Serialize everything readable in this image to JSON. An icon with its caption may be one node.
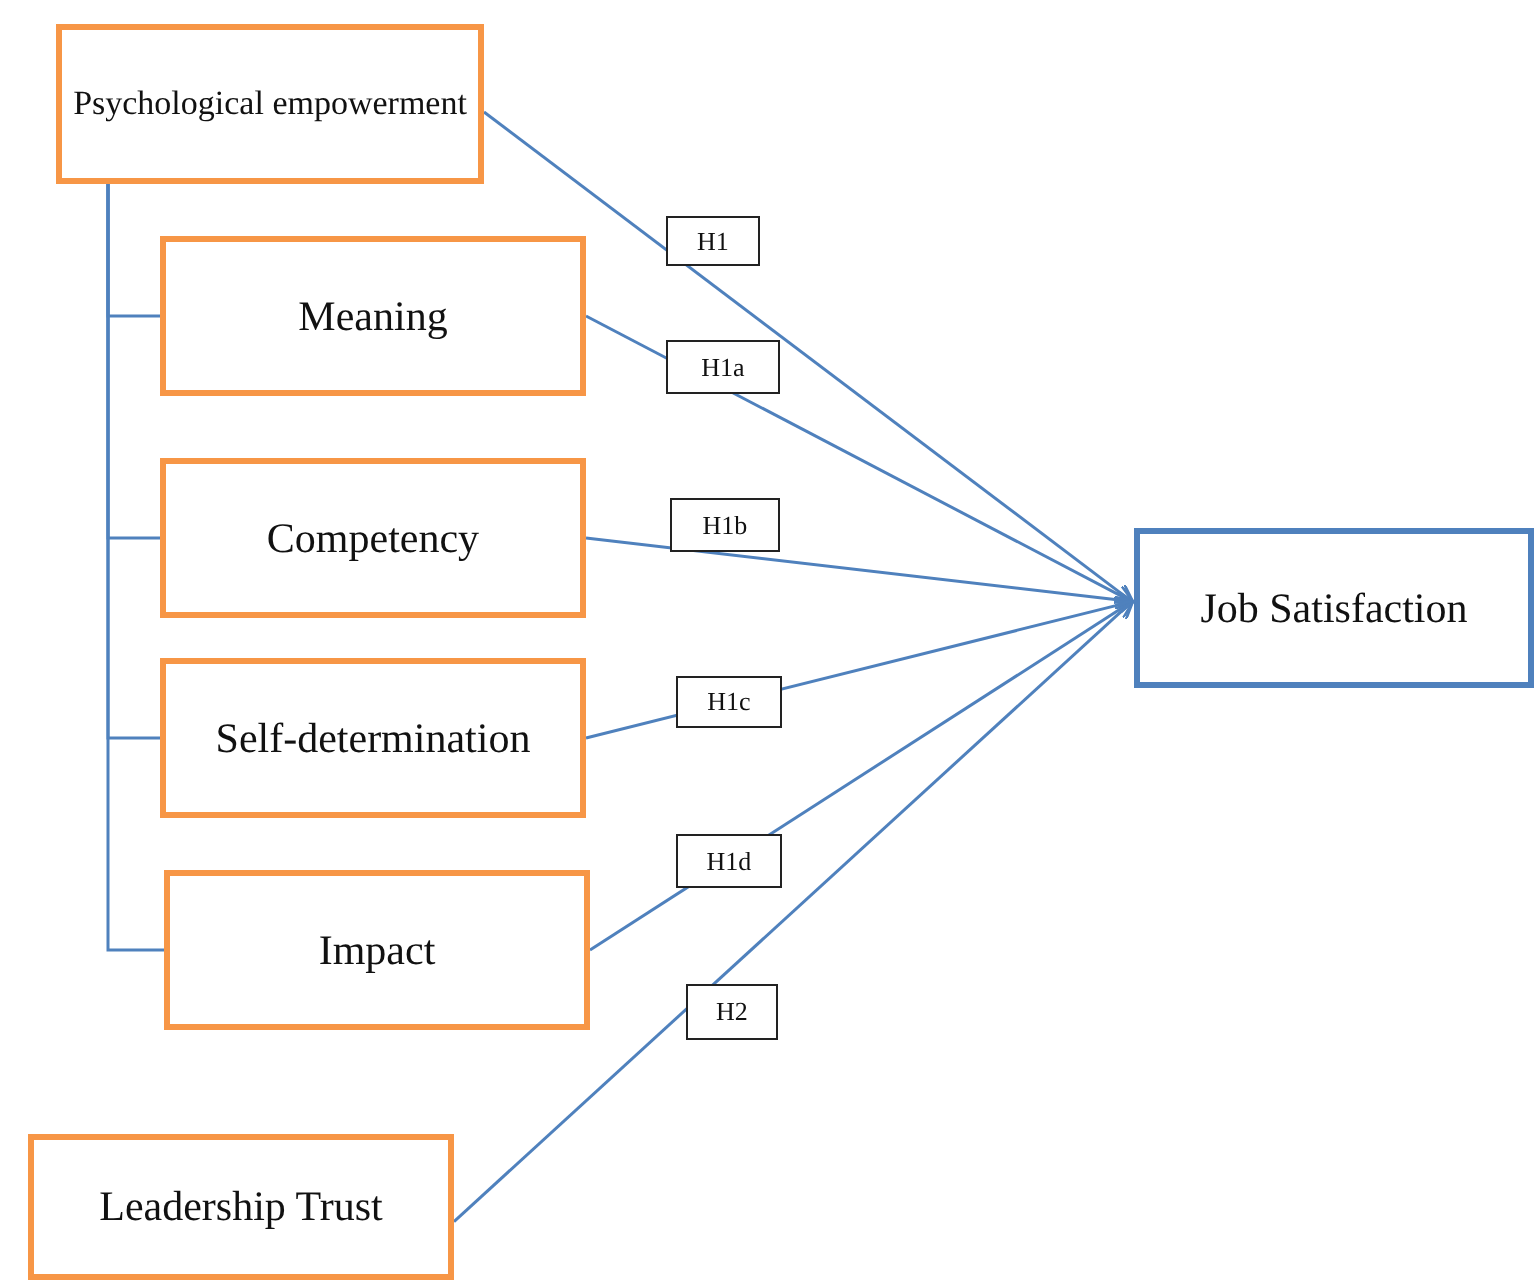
{
  "diagram": {
    "nodes": [
      {
        "text": [
          "Psychological empowerment"
        ]
      },
      {
        "text": [
          "Meaning"
        ]
      },
      {
        "text": [
          "Competency"
        ]
      },
      {
        "text": [
          "Self-determination"
        ]
      },
      {
        "text": [
          "Impact"
        ]
      },
      {
        "text": [
          "Leadership Trust"
        ]
      },
      {
        "text": [
          "Job Satisfaction"
        ]
      }
    ],
    "edges": [
      {
        "from": 0,
        "to": 6,
        "arrow": "to",
        "label": "H1"
      },
      {
        "from": 1,
        "to": 6,
        "arrow": "to",
        "label": "H1a"
      },
      {
        "from": 2,
        "to": 6,
        "arrow": "to",
        "label": "H1b"
      },
      {
        "from": 3,
        "to": 6,
        "arrow": "to",
        "label": "H1c"
      },
      {
        "from": 4,
        "to": 6,
        "arrow": "to",
        "label": "H1d"
      },
      {
        "from": 5,
        "to": 6,
        "arrow": "to",
        "label": "H2"
      },
      {
        "from": 0,
        "to": 1,
        "arrow": "none"
      },
      {
        "from": 0,
        "to": 2,
        "arrow": "none"
      },
      {
        "from": 0,
        "to": 3,
        "arrow": "none"
      },
      {
        "from": 0,
        "to": 4,
        "arrow": "none"
      }
    ]
  }
}
